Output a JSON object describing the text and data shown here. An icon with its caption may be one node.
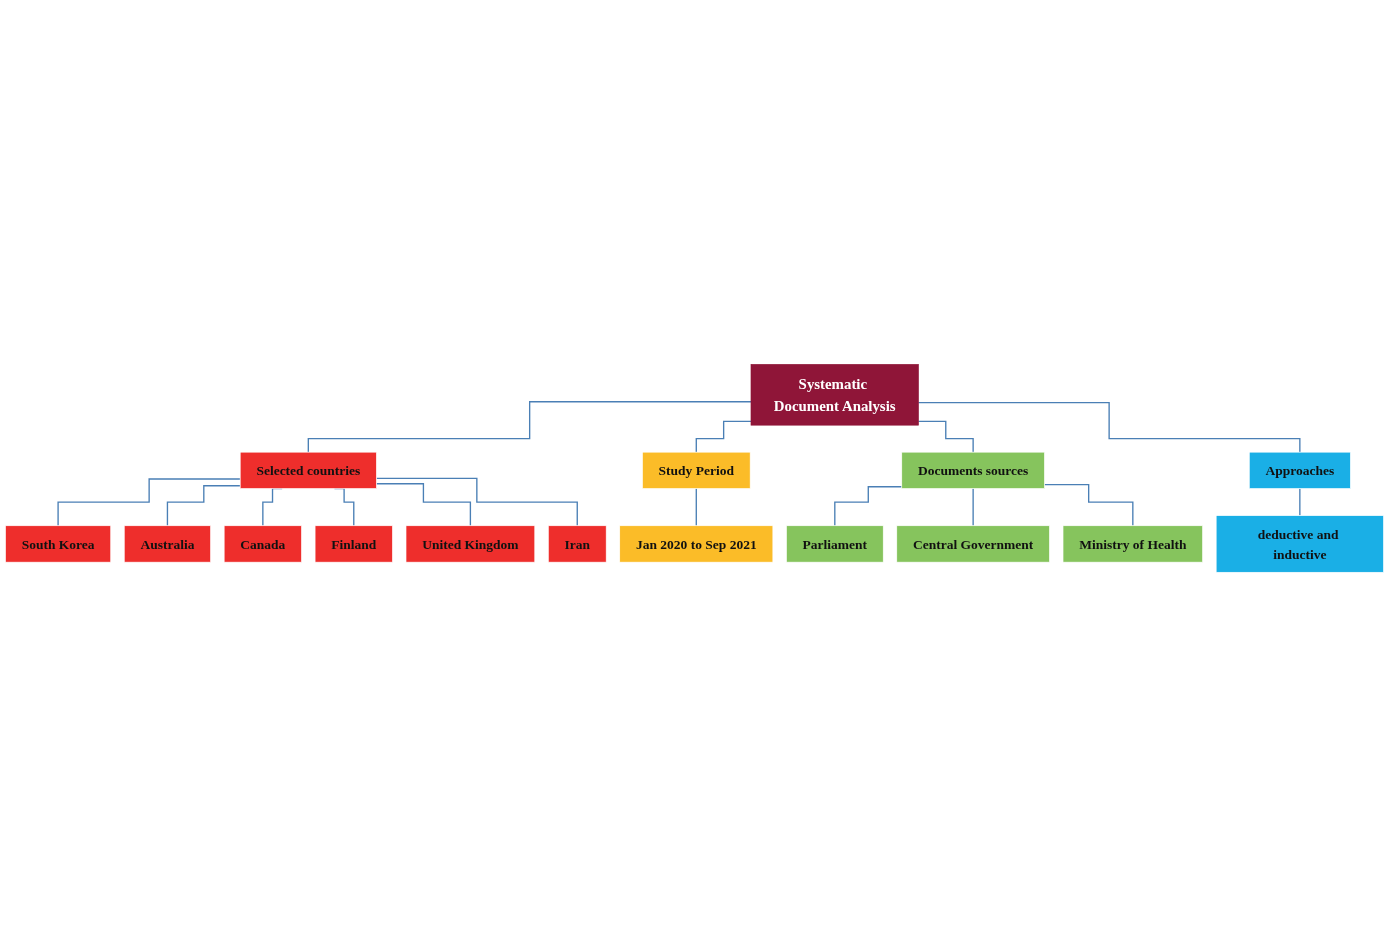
{
  "diagram": {
    "nodes": [
      {
        "text": [
          "Systematic Document Analysis"
        ]
      },
      {
        "text": [
          "Selected countries"
        ]
      },
      {
        "text": [
          "Study Period"
        ]
      },
      {
        "text": [
          "Documents sources"
        ]
      },
      {
        "text": [
          "Approaches"
        ]
      },
      {
        "text": [
          "South Korea"
        ]
      },
      {
        "text": [
          "Australia"
        ]
      },
      {
        "text": [
          "Canada"
        ]
      },
      {
        "text": [
          "Finland"
        ]
      },
      {
        "text": [
          "United Kingdom"
        ]
      },
      {
        "text": [
          "Iran"
        ]
      },
      {
        "text": [
          "Jan 2020 to Sep 2021"
        ]
      },
      {
        "text": [
          "Parliament"
        ]
      },
      {
        "text": [
          "Central Government"
        ]
      },
      {
        "text": [
          "Ministry of Health"
        ]
      },
      {
        "text": [
          "deductive and inductive"
        ]
      }
    ],
    "edges": [
      {
        "from": 0,
        "to": 1,
        "arrow": "none"
      },
      {
        "from": 0,
        "to": 2,
        "arrow": "none"
      },
      {
        "from": 0,
        "to": 3,
        "arrow": "none"
      },
      {
        "from": 0,
        "to": 4,
        "arrow": "none"
      },
      {
        "from": 1,
        "to": 5,
        "arrow": "none"
      },
      {
        "from": 1,
        "to": 6,
        "arrow": "none"
      },
      {
        "from": 1,
        "to": 7,
        "arrow": "none"
      },
      {
        "from": 1,
        "to": 8,
        "arrow": "none"
      },
      {
        "from": 1,
        "to": 9,
        "arrow": "none"
      },
      {
        "from": 1,
        "to": 10,
        "arrow": "none"
      },
      {
        "from": 2,
        "to": 11,
        "arrow": "none"
      },
      {
        "from": 3,
        "to": 12,
        "arrow": "none"
      },
      {
        "from": 3,
        "to": 13,
        "arrow": "none"
      },
      {
        "from": 3,
        "to": 14,
        "arrow": "none"
      },
      {
        "from": 4,
        "to": 15,
        "arrow": "none"
      }
    ]
  }
}
